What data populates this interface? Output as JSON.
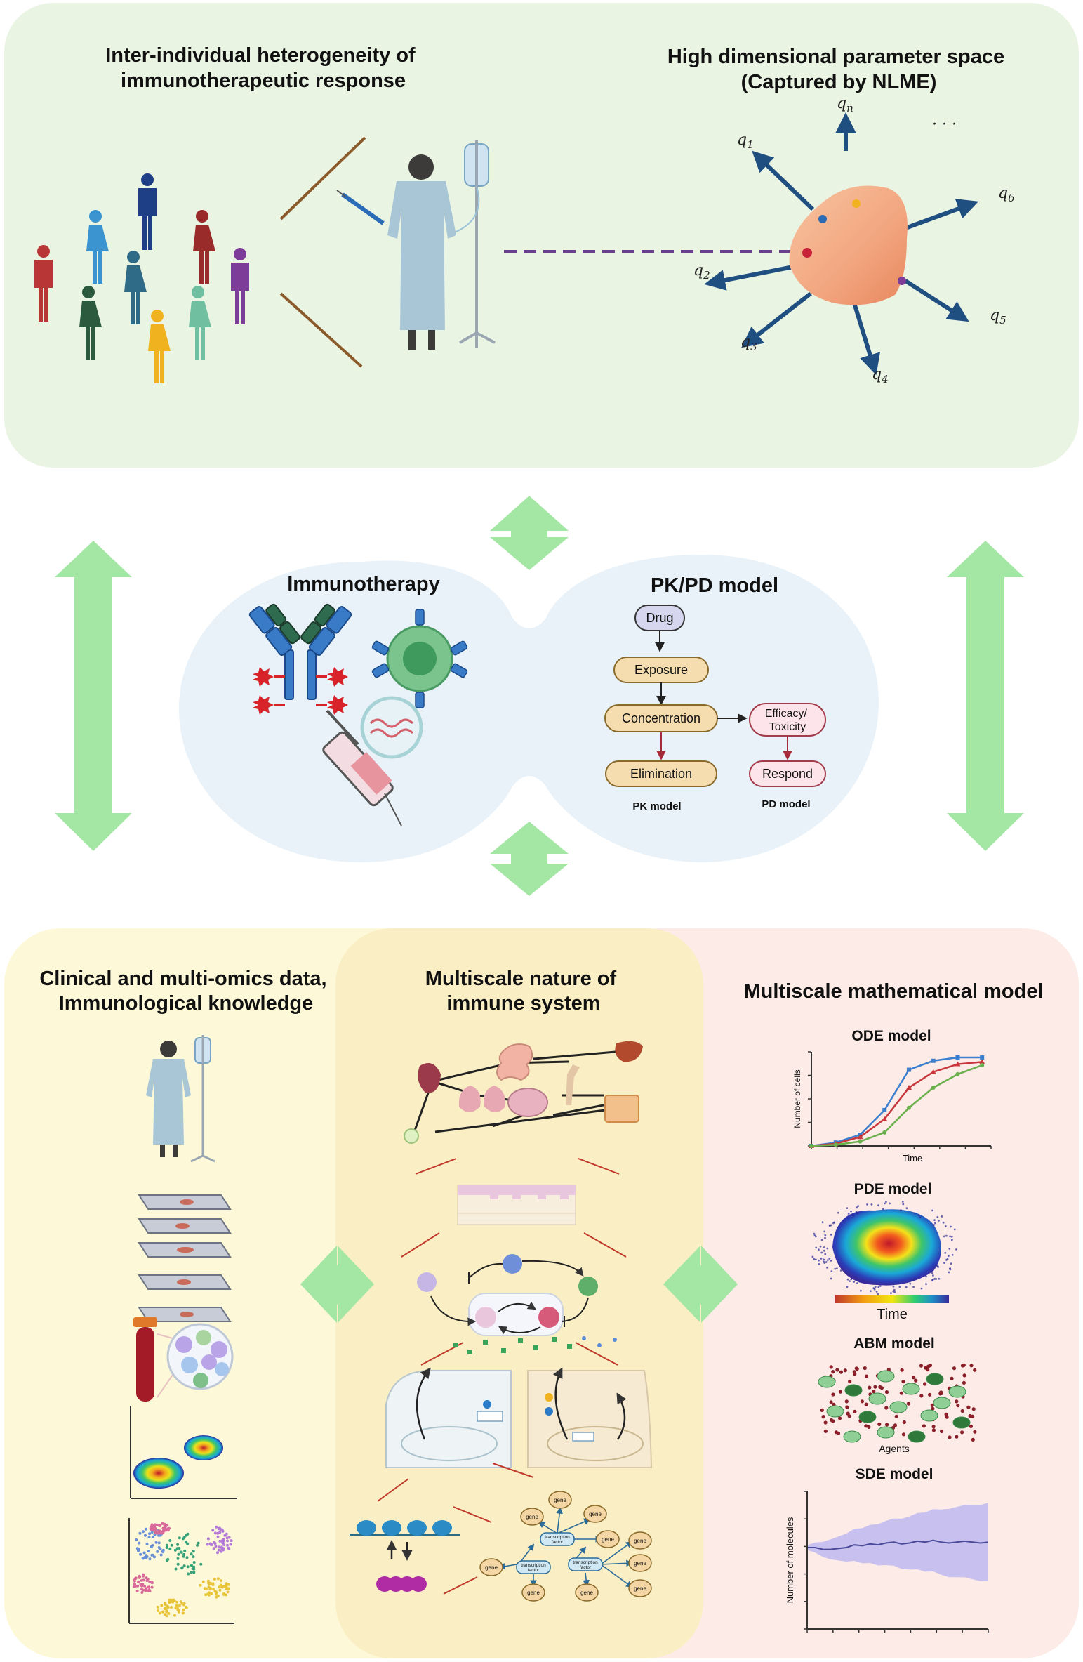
{
  "top": {
    "title_left": [
      "Inter-individual heterogeneity of",
      "immunotherapeutic response"
    ],
    "title_right": [
      "High dimensional parameter space",
      "(Captured by NLME)"
    ],
    "params": [
      "q",
      "q",
      "q",
      "q",
      "q",
      "q",
      "q"
    ],
    "param_subs": [
      "n",
      "1",
      "6",
      "2",
      "5",
      "3",
      "4"
    ],
    "dots": "· · ·"
  },
  "middle": {
    "immunotherapy_title": "Immunotherapy",
    "pkpd_title": "PK/PD model",
    "flow": {
      "drug": "Drug",
      "exposure": "Exposure",
      "concentration": "Concentration",
      "efficacy_line1": "Efficacy/",
      "efficacy_line2": "Toxicity",
      "elimination": "Elimination",
      "respond": "Respond",
      "pk_label": "PK model",
      "pd_label": "PD model"
    }
  },
  "bottom": {
    "left_title": [
      "Clinical and multi-omics data,",
      "Immunological knowledge"
    ],
    "center_title": [
      "Multiscale nature of",
      "immune system"
    ],
    "right_title": "Multiscale mathematical model",
    "gene_label": "gene",
    "tf_label": [
      "transcription",
      "factor"
    ],
    "models": {
      "ode": {
        "title": "ODE model",
        "xlabel": "Time",
        "ylabel": "Number of cells"
      },
      "pde": {
        "title": "PDE model",
        "colorbar_label": "Time"
      },
      "abm": {
        "title": "ABM model",
        "label": "Agents"
      },
      "sde": {
        "title": "SDE model",
        "ylabel": "Number of molecules"
      }
    }
  },
  "chart_data": [
    {
      "type": "line",
      "title": "ODE model",
      "xlabel": "Time",
      "ylabel": "Number of cells",
      "x": [
        0,
        1,
        2,
        3,
        4,
        5,
        6,
        7
      ],
      "series": [
        {
          "color": "#3b7fd0",
          "values": [
            0,
            0.3,
            1,
            3.2,
            6.8,
            7.6,
            7.9,
            7.9
          ]
        },
        {
          "color": "#c8373d",
          "values": [
            0,
            0.2,
            0.8,
            2.4,
            5.2,
            6.6,
            7.3,
            7.5
          ]
        },
        {
          "color": "#6ab04c",
          "values": [
            0,
            0.1,
            0.4,
            1.2,
            3.4,
            5.2,
            6.4,
            7.2
          ]
        }
      ]
    },
    {
      "type": "area",
      "title": "SDE model",
      "ylabel": "Number of molecules",
      "series": [
        {
          "name": "mean",
          "color": "#4a4a9a",
          "values": [
            0.12,
            0.12,
            0.1,
            0.1,
            0.11,
            0.12,
            0.15,
            0.14,
            0.16,
            0.15,
            0.17,
            0.18,
            0.16,
            0.17,
            0.19,
            0.18,
            0.2,
            0.18,
            0.17,
            0.18,
            0.19,
            0.18,
            0.17,
            0.18
          ]
        },
        {
          "name": "band",
          "color": "#b7b2f2",
          "values": [
            0.05,
            0.1,
            0.15,
            0.2,
            0.24,
            0.28,
            0.32,
            0.35,
            0.38,
            0.41,
            0.44,
            0.47,
            0.5,
            0.53,
            0.56,
            0.59,
            0.62,
            0.65,
            0.68,
            0.7,
            0.72,
            0.74,
            0.76,
            0.78
          ]
        }
      ]
    }
  ],
  "colors": {
    "top_panel": "#eaf4e3",
    "middle_panel": "#e8f2f8",
    "left_panel": "#fdf9d8",
    "center_panel": "#faefc4",
    "right_panel": "#fcebe6",
    "arrow_green": "#a4e7a4",
    "dashed": "#6a3f8c",
    "blob": "#f2a57e",
    "gown": "#a9c6d6",
    "flow_fill": "#f5ddb0",
    "flow_stroke": "#8a6a2a",
    "pd_fill": "#fde4ea",
    "pd_stroke": "#a33a4a"
  }
}
